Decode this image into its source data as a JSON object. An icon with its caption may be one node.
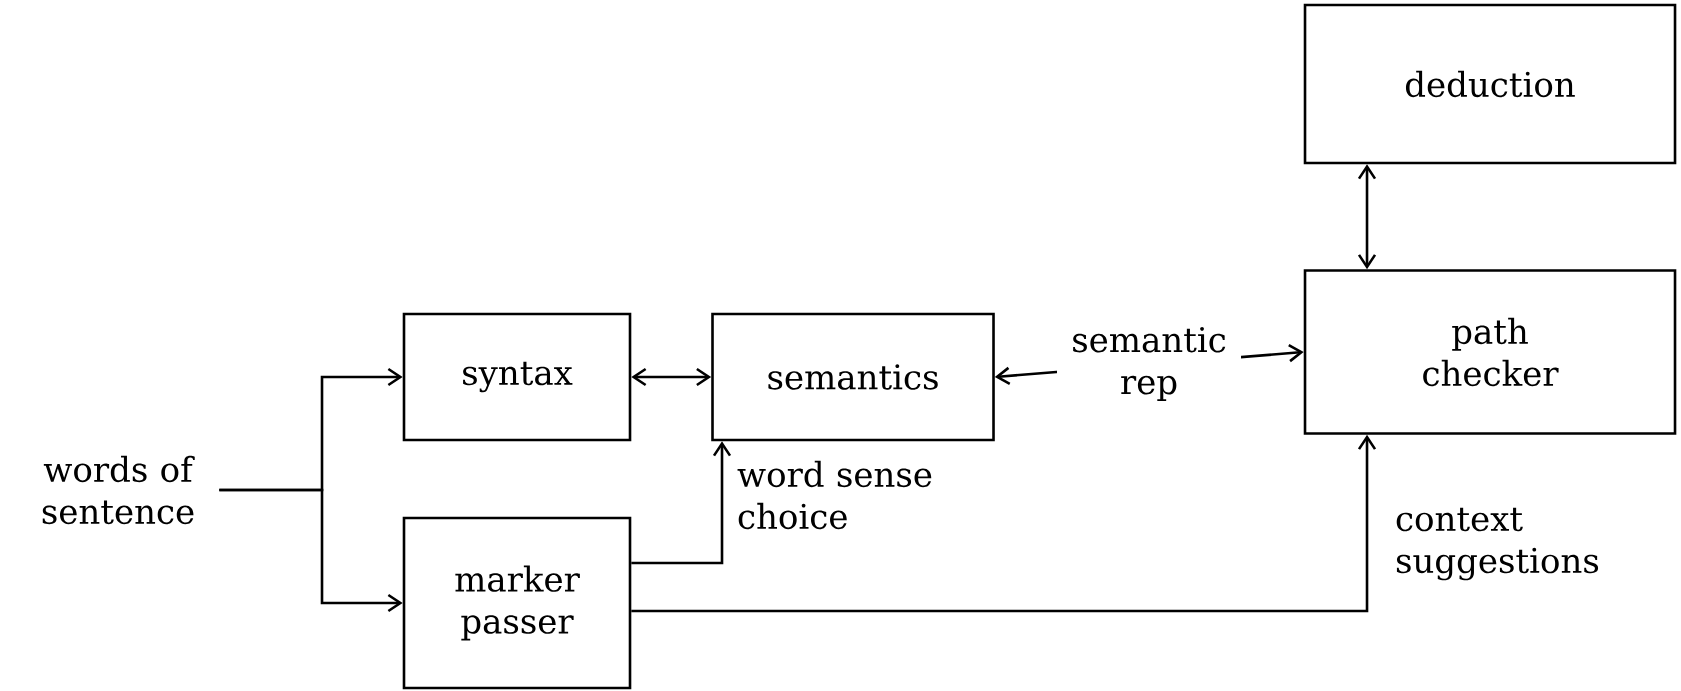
{
  "diagram": {
    "nodes": [
      {
        "text": [
          "words of sentence"
        ]
      },
      {
        "text": [
          "syntax"
        ]
      },
      {
        "text": [
          "semantics"
        ]
      },
      {
        "text": [
          "marker passer"
        ]
      },
      {
        "text": [
          "deduction"
        ]
      },
      {
        "text": [
          "path checker"
        ]
      }
    ],
    "edges": [
      {
        "from": 0,
        "to": 1,
        "arrow": "to"
      },
      {
        "from": 0,
        "to": 3,
        "arrow": "to"
      },
      {
        "from": 1,
        "to": 2,
        "arrow": "both"
      },
      {
        "from": 2,
        "to": 5,
        "arrow": "both",
        "label": "semantic rep"
      },
      {
        "from": 3,
        "to": 2,
        "arrow": "to",
        "label": "word sense choice"
      },
      {
        "from": 3,
        "to": 5,
        "arrow": "to",
        "label": "context suggestions"
      },
      {
        "from": 4,
        "to": 5,
        "arrow": "both"
      }
    ]
  }
}
